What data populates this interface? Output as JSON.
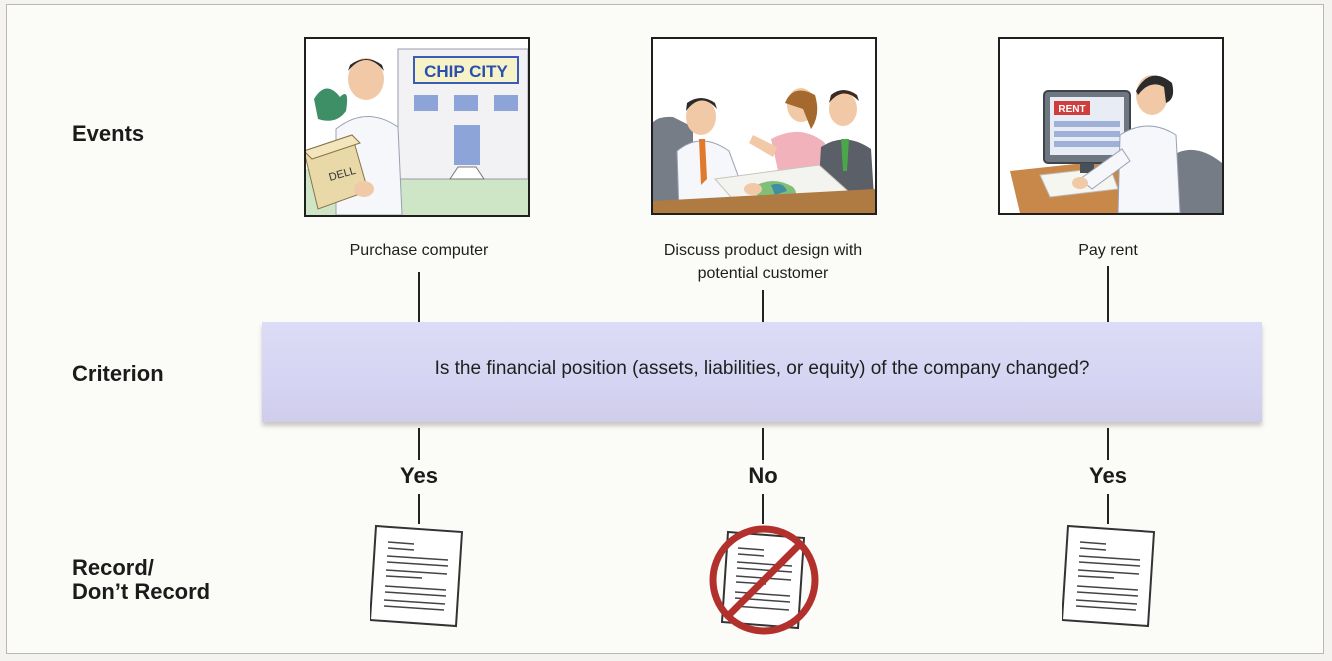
{
  "rows": {
    "events": "Events",
    "criterion": "Criterion",
    "record_line1": "Record/",
    "record_line2": "Don’t Record"
  },
  "events": [
    {
      "caption_line1": "Purchase computer",
      "caption_line2": "",
      "store_sign": "CHIP CITY",
      "box_label": "DELL",
      "decision": "Yes",
      "record": true
    },
    {
      "caption_line1": "Discuss product design with",
      "caption_line2": "potential customer",
      "decision": "No",
      "record": false
    },
    {
      "caption_line1": "Pay rent",
      "caption_line2": "",
      "screen_label": "RENT",
      "decision": "Yes",
      "record": true
    }
  ],
  "criterion_question": "Is the financial position (assets, liabilities, or equity) of the company changed?",
  "colors": {
    "criterion_band": "#d8d7f4",
    "no_record_symbol": "#b2312c",
    "store_sign_text": "#2a4fb0"
  }
}
